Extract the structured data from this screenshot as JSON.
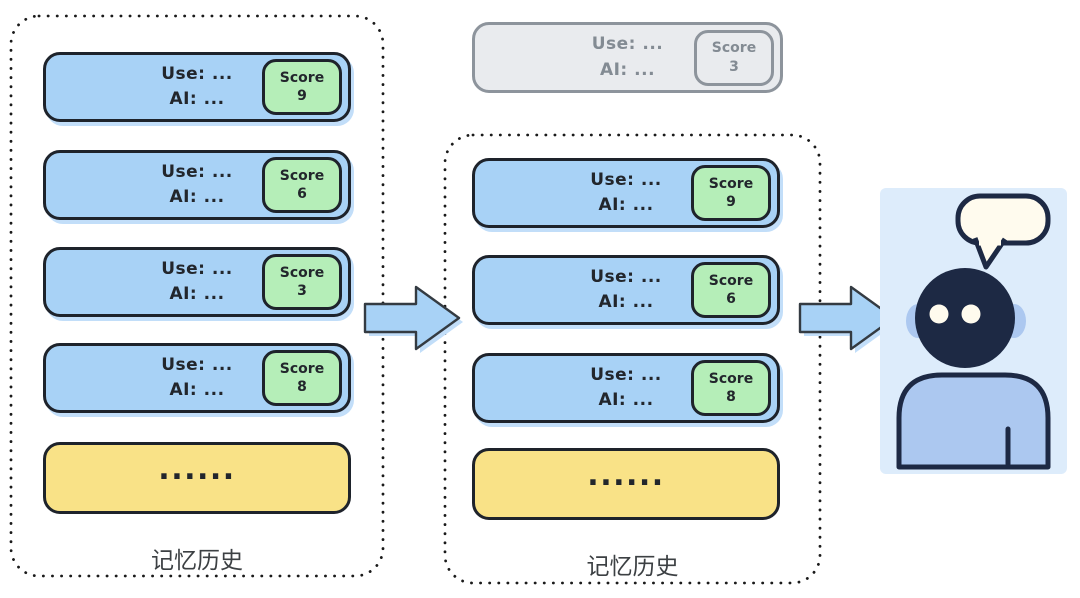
{
  "panels": {
    "before": {
      "label": "记忆历史",
      "cards": [
        {
          "user_line": "Use: ...",
          "ai_line": "AI: ...",
          "score_label": "Score",
          "score_value": "9"
        },
        {
          "user_line": "Use: ...",
          "ai_line": "AI: ...",
          "score_label": "Score",
          "score_value": "6"
        },
        {
          "user_line": "Use: ...",
          "ai_line": "AI: ...",
          "score_label": "Score",
          "score_value": "3"
        },
        {
          "user_line": "Use: ...",
          "ai_line": "AI: ...",
          "score_label": "Score",
          "score_value": "8"
        }
      ],
      "ellipsis_text": "......"
    },
    "after": {
      "label": "记忆历史",
      "cards": [
        {
          "user_line": "Use: ...",
          "ai_line": "AI: ...",
          "score_label": "Score",
          "score_value": "9"
        },
        {
          "user_line": "Use: ...",
          "ai_line": "AI: ...",
          "score_label": "Score",
          "score_value": "6"
        },
        {
          "user_line": "Use: ...",
          "ai_line": "AI: ...",
          "score_label": "Score",
          "score_value": "8"
        }
      ],
      "ellipsis_text": "......"
    }
  },
  "discarded_card": {
    "user_line": "Use: ...",
    "ai_line": "AI: ...",
    "score_label": "Score",
    "score_value": "3"
  },
  "colors": {
    "card_blue": "#a8d2f6",
    "badge_green": "#b5eeb8",
    "card_yellow": "#f9e287",
    "discarded_grey_fill": "#e9ebee",
    "discarded_grey_border": "#8d949c",
    "dark_outline": "#1e232b",
    "avatar_background": "#ddecfb",
    "avatar_navy": "#1d2944",
    "avatar_body_blue": "#acc8f0",
    "speech_bubble_cream": "#fffbee"
  }
}
